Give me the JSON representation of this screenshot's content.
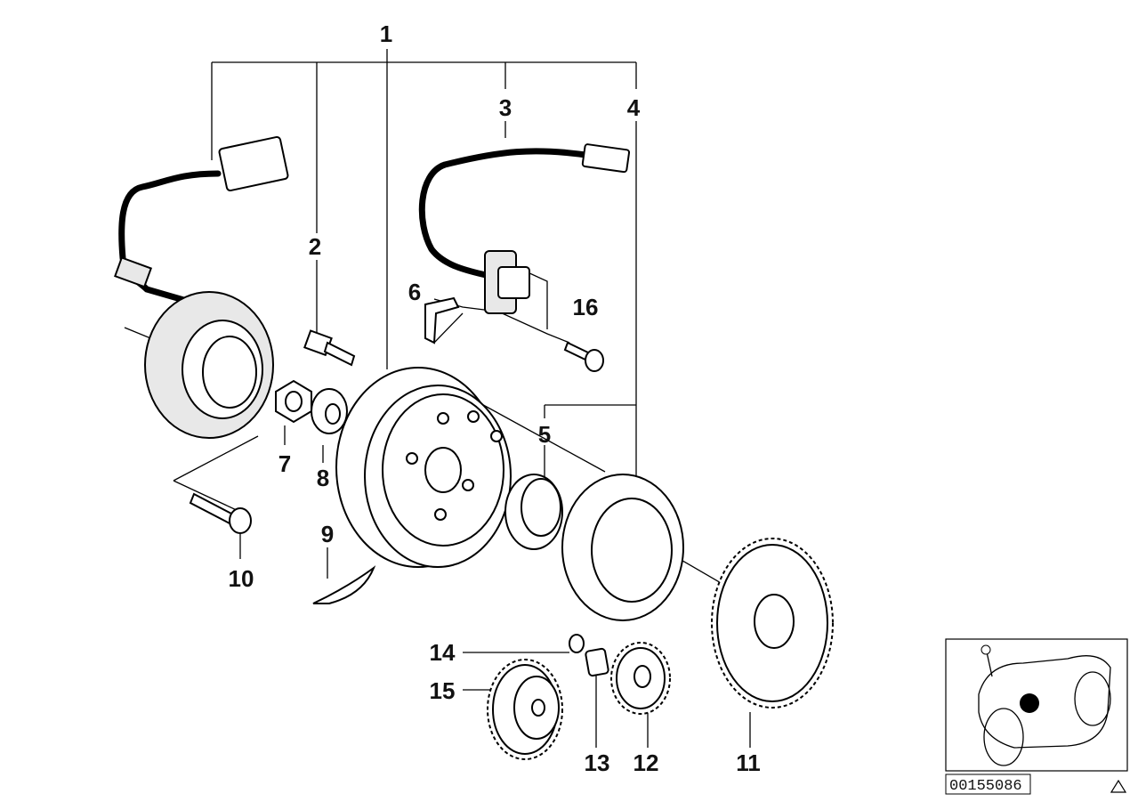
{
  "callouts": [
    {
      "id": "1",
      "label": "1"
    },
    {
      "id": "2",
      "label": "2"
    },
    {
      "id": "3",
      "label": "3"
    },
    {
      "id": "4",
      "label": "4"
    },
    {
      "id": "5",
      "label": "5"
    },
    {
      "id": "6",
      "label": "6"
    },
    {
      "id": "7",
      "label": "7"
    },
    {
      "id": "8",
      "label": "8"
    },
    {
      "id": "9",
      "label": "9"
    },
    {
      "id": "10",
      "label": "10"
    },
    {
      "id": "11",
      "label": "11"
    },
    {
      "id": "12",
      "label": "12"
    },
    {
      "id": "13",
      "label": "13"
    },
    {
      "id": "14",
      "label": "14"
    },
    {
      "id": "15",
      "label": "15"
    },
    {
      "id": "16",
      "label": "16"
    }
  ],
  "reference": {
    "code": "00155086"
  }
}
